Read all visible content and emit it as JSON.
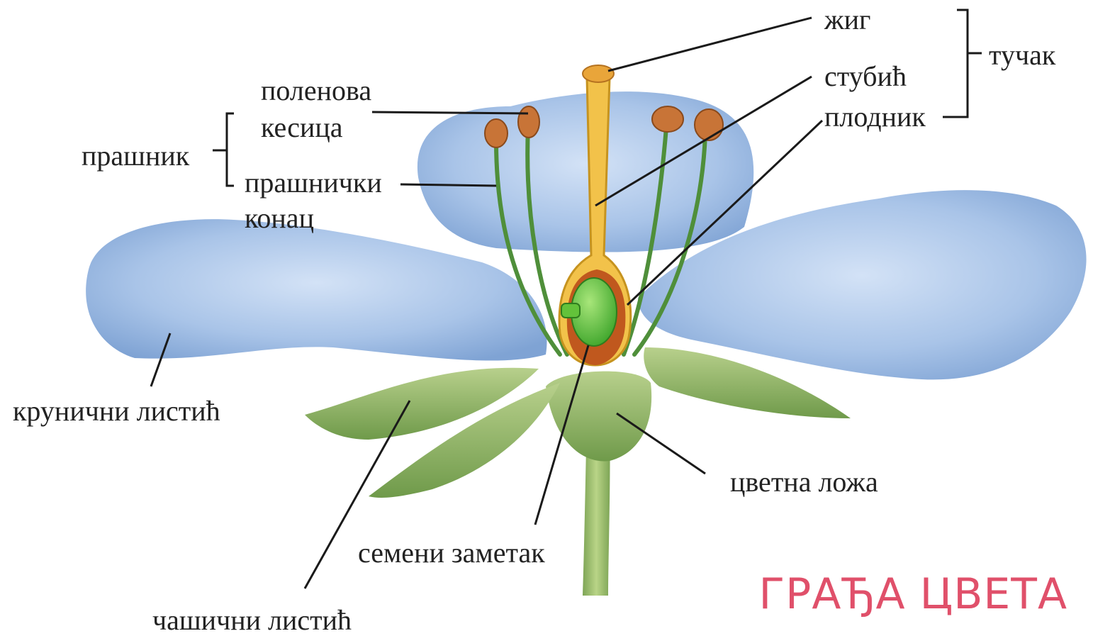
{
  "title": "ГРАЂА ЦВЕТА",
  "labels": {
    "stigma": "жиг",
    "pistil": "тучак",
    "style": "стубић",
    "ovary": "плодник",
    "pollen_sac_1": "поленова",
    "pollen_sac_2": "кесица",
    "anther": "прашник",
    "filament_1": "прашнички",
    "filament_2": "конац",
    "petal": "крунични листић",
    "receptacle": "цветна ложа",
    "ovule": "семени заметак",
    "sepal": "чашични листић"
  },
  "colors": {
    "petal": "#a9c4e8",
    "petal_shade": "#7fa3d4",
    "sepal": "#8fb36a",
    "stem": "#9cbf6e",
    "style": "#f2c24a",
    "ovary_wall": "#c0581e",
    "ovule": "#63c23a",
    "anther": "#c87437",
    "title": "#e0506a"
  }
}
